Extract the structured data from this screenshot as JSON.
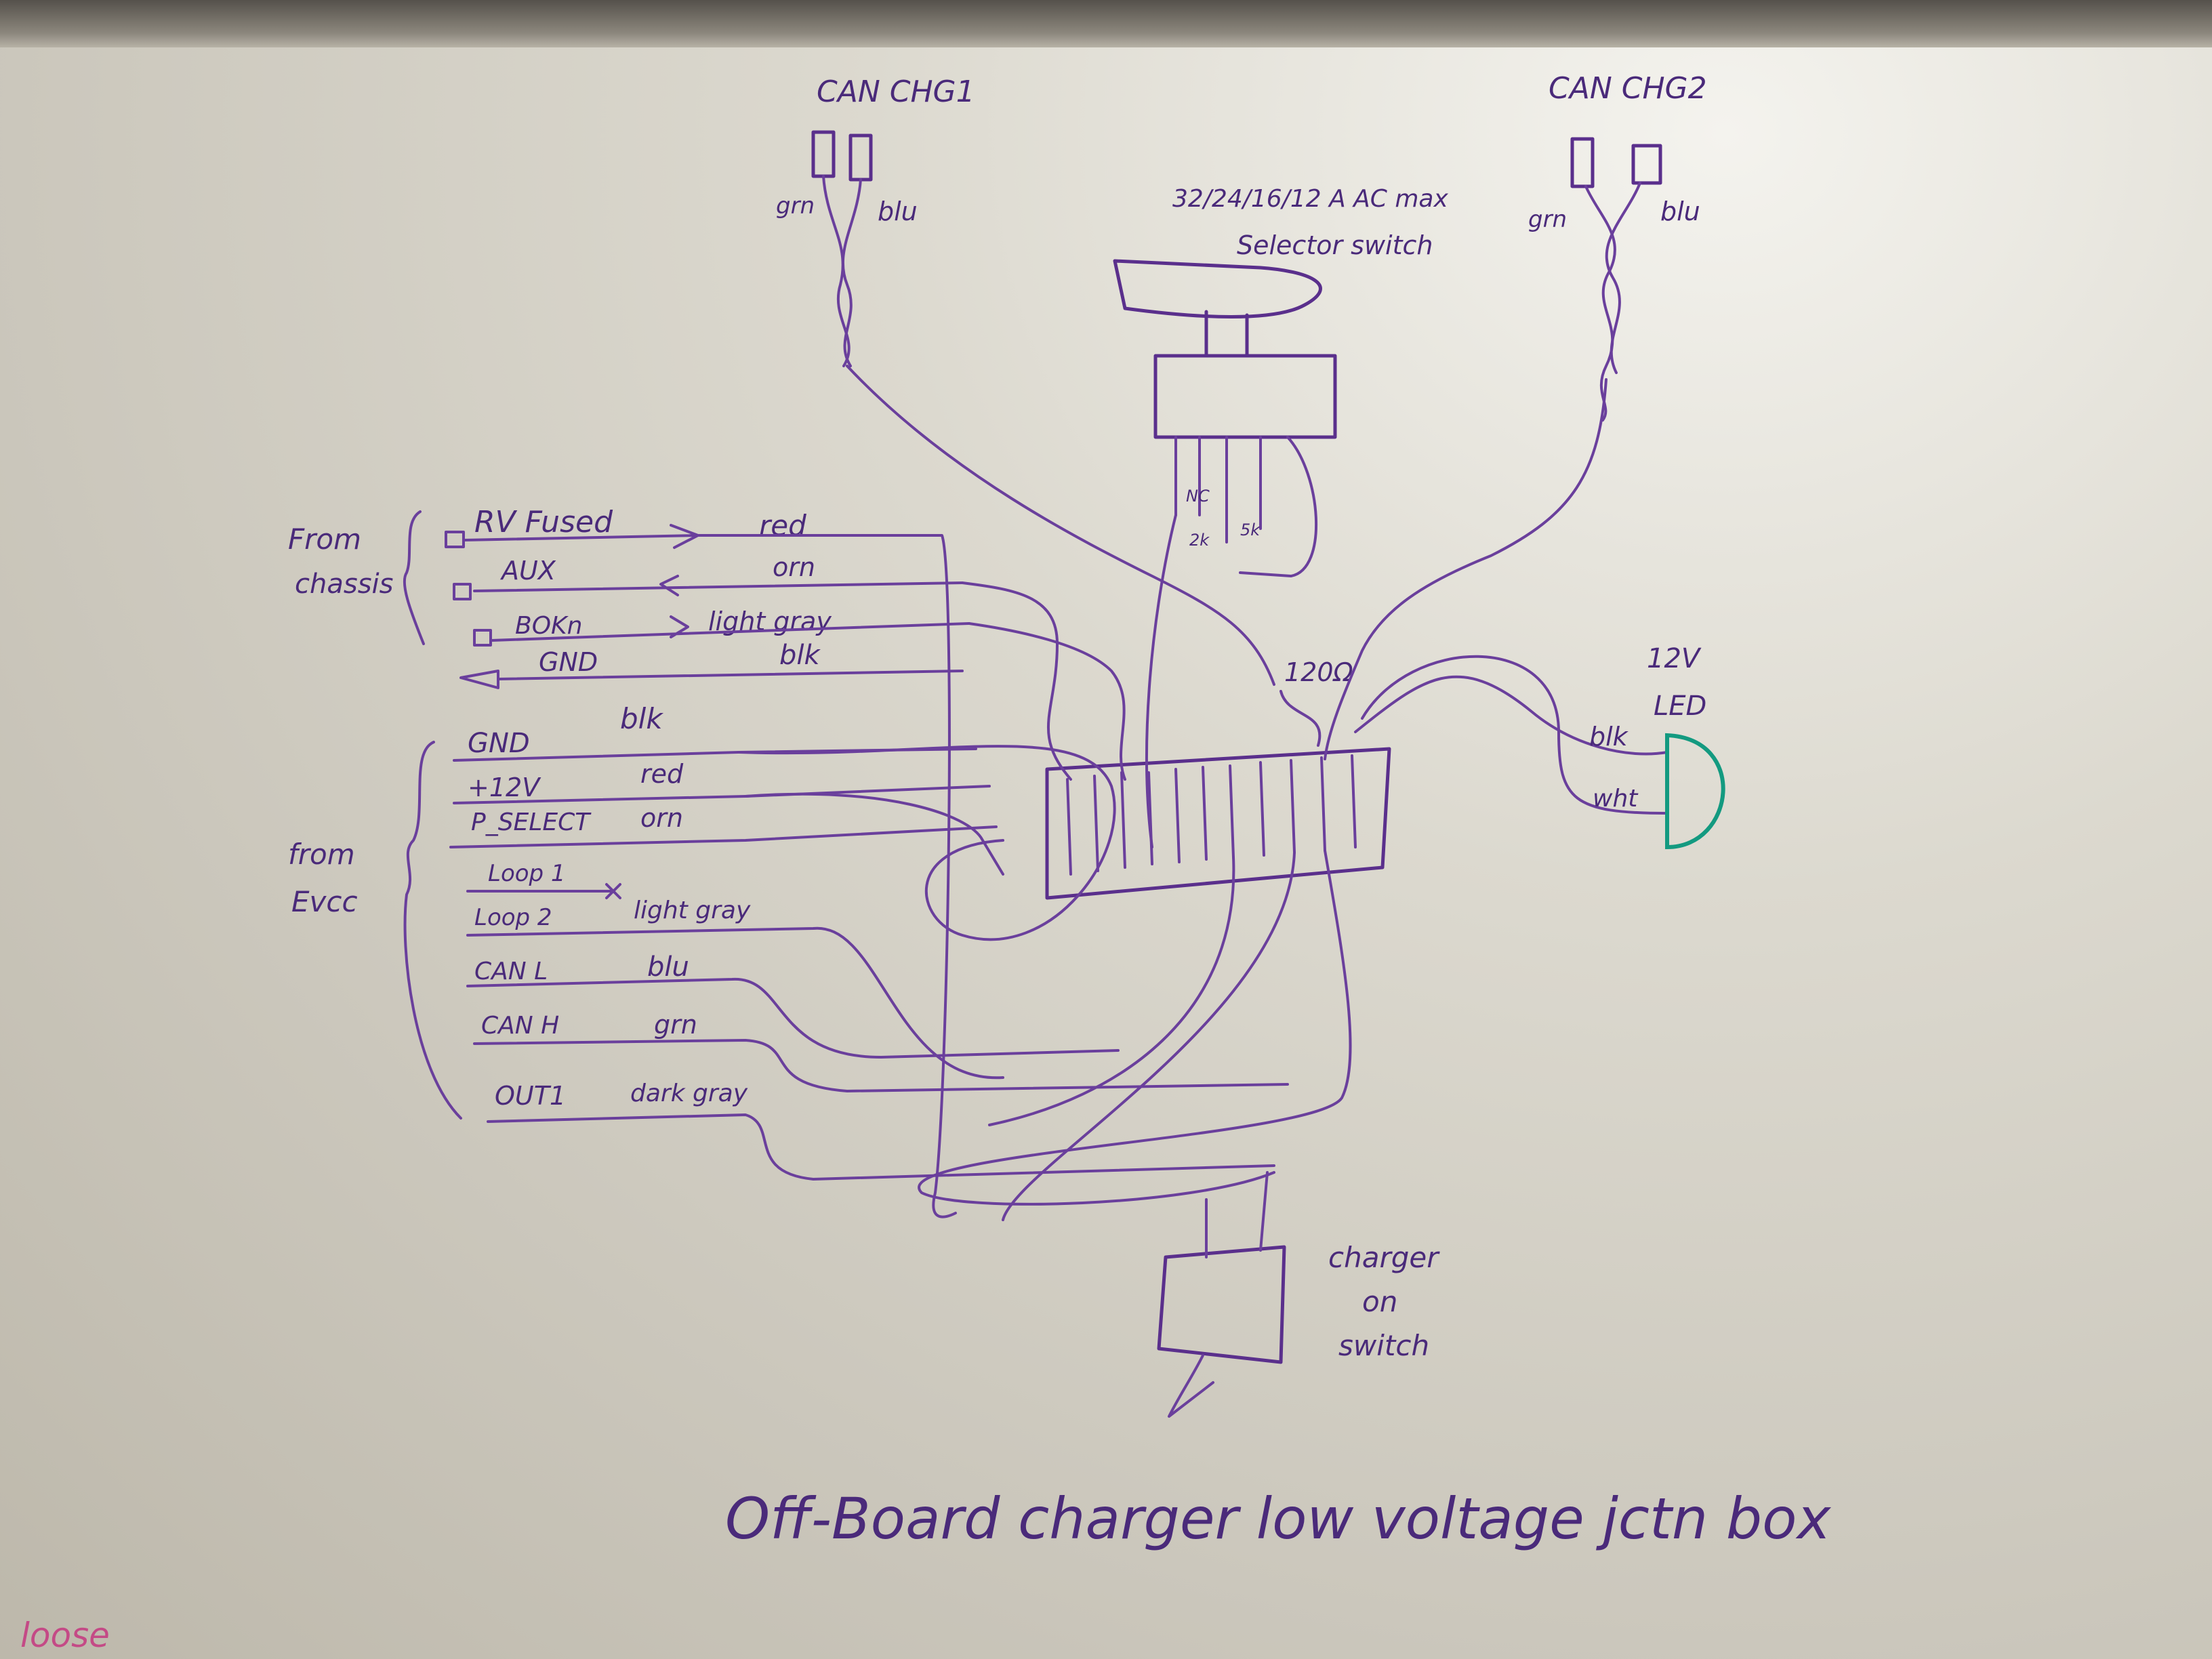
{
  "can_chg1": {
    "title": "CAN CHG1",
    "left_wire": "grn",
    "right_wire": "blu"
  },
  "can_chg2": {
    "title": "CAN CHG2",
    "left_wire": "grn",
    "right_wire": "blu"
  },
  "selector": {
    "line1": "32/24/16/12 A AC max",
    "line2": "Selector switch",
    "nc": "NC",
    "r1": "2k",
    "r2": "5k"
  },
  "chassis": {
    "group_label_1": "From",
    "group_label_2": "chassis",
    "rows": [
      {
        "name": "RV Fused",
        "color": "red"
      },
      {
        "name": "AUX",
        "color": "orn"
      },
      {
        "name": "BOKn",
        "color": "light gray"
      },
      {
        "name": "GND",
        "color": "blk"
      }
    ]
  },
  "evcc": {
    "group_label_1": "from",
    "group_label_2": "Evcc",
    "rows": [
      {
        "name": "GND",
        "color": "blk"
      },
      {
        "name": "+12V",
        "color": "red"
      },
      {
        "name": "P_SELECT",
        "color": "orn"
      },
      {
        "name": "Loop 1",
        "color": ""
      },
      {
        "name": "Loop 2",
        "color": "light gray"
      },
      {
        "name": "CAN L",
        "color": "blu"
      },
      {
        "name": "CAN H",
        "color": "grn"
      },
      {
        "name": "OUT1",
        "color": "dark gray"
      }
    ]
  },
  "resistor_label": "120Ω",
  "led": {
    "line1": "12V",
    "line2": "LED",
    "wire1": "blk",
    "wire2": "wht"
  },
  "charger_switch": {
    "line1": "charger",
    "line2": "on",
    "line3": "switch"
  },
  "board_title": "Off-Board charger low voltage jctn box",
  "corner_note": "loose",
  "colors": {
    "ink": "#5a2f8c",
    "teal": "#139a80",
    "pink": "#c44a86",
    "board": "#dcd9cf"
  }
}
